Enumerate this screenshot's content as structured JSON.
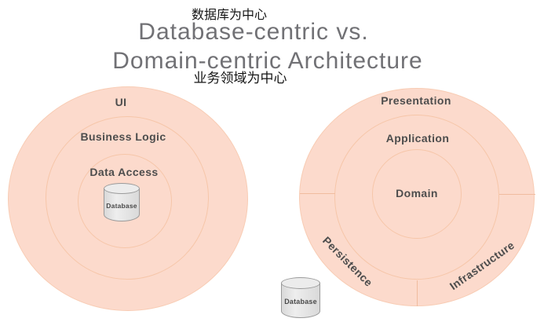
{
  "header": {
    "label_zh_database_centric": "数据库为中心",
    "title_line1": "Database-centric vs.",
    "title_line2": "Domain-centric Architecture",
    "label_zh_domain_centric": "业务领域为中心"
  },
  "database_centric_diagram": {
    "ring_labels": [
      "UI",
      "Business Logic",
      "Data Access"
    ],
    "center_label": "Database"
  },
  "domain_centric_diagram": {
    "ring_labels": [
      "Presentation",
      "Application"
    ],
    "center_label": "Domain",
    "sector_labels": [
      "Persistence",
      "Infrastructure"
    ],
    "external_label": "Database"
  },
  "colors": {
    "circle_fill": "#fcdacc",
    "ring_border": "#f6c6a9",
    "divider_line": "#f0bc9f",
    "label_text": "#4d4d4d",
    "title_text": "#717175",
    "subtitle_text": "#141414",
    "cylinder_fill": "#e4e4e4",
    "cylinder_border": "#9a9a9a"
  }
}
